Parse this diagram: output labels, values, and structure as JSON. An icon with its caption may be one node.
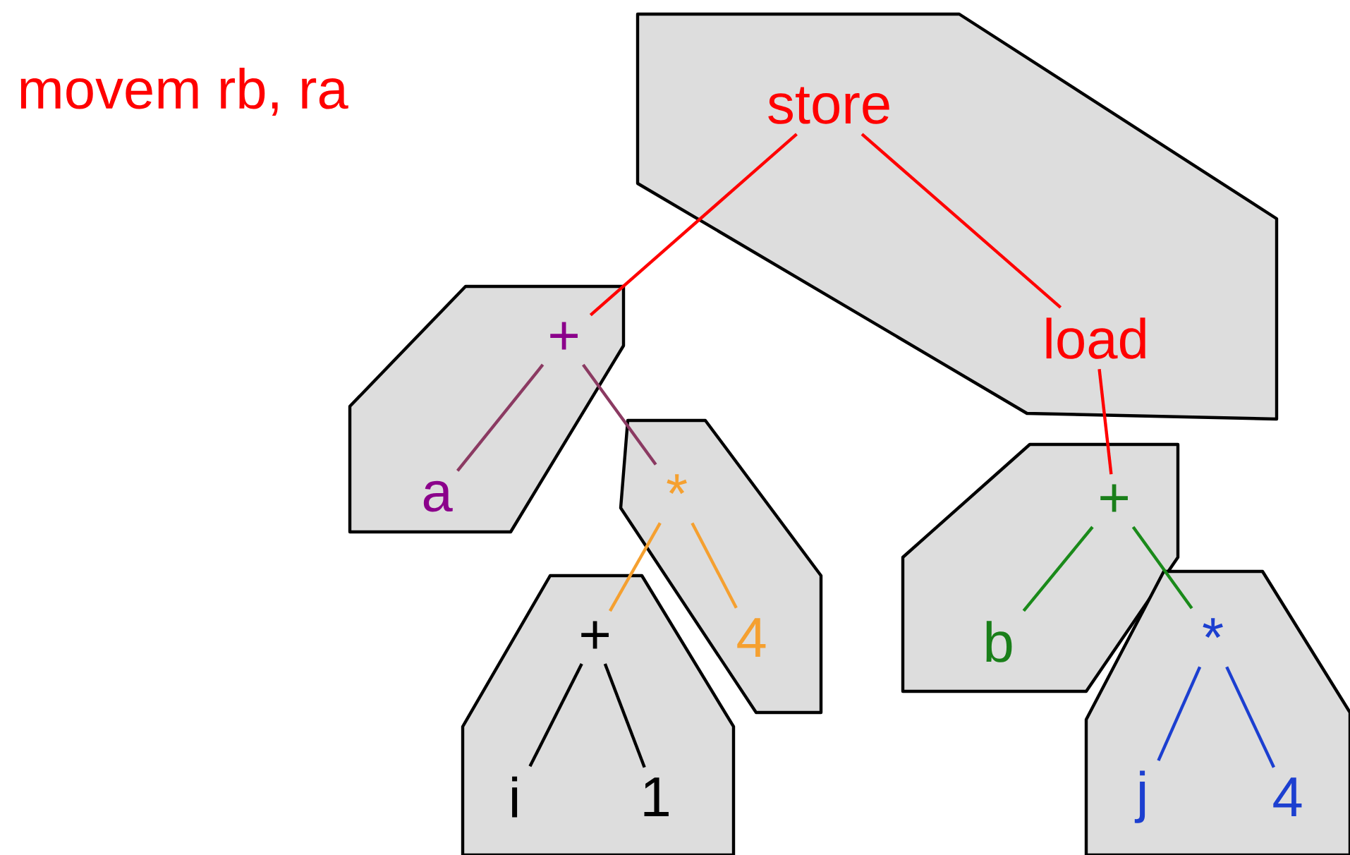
{
  "diagram": {
    "nodes": [
      {
        "text": [],
        "shape": "polygon"
      },
      {
        "text": [
          "store"
        ],
        "in": 0
      },
      {
        "text": [
          "load"
        ],
        "in": 0
      },
      {
        "text": [],
        "shape": "polygon"
      },
      {
        "text": [
          "+"
        ],
        "in": 3
      },
      {
        "text": [
          "a"
        ],
        "in": 3
      },
      {
        "text": [],
        "shape": "polygon"
      },
      {
        "text": [
          "*"
        ],
        "in": 6
      },
      {
        "text": [
          "4"
        ],
        "in": 6
      },
      {
        "text": [],
        "shape": "polygon"
      },
      {
        "text": [
          "+"
        ],
        "in": 9
      },
      {
        "text": [
          "i"
        ],
        "in": 9
      },
      {
        "text": [
          "1"
        ],
        "in": 9
      },
      {
        "text": [],
        "shape": "polygon"
      },
      {
        "text": [
          "+"
        ],
        "in": 13
      },
      {
        "text": [
          "b"
        ],
        "in": 13
      },
      {
        "text": [],
        "shape": "polygon"
      },
      {
        "text": [
          "*"
        ],
        "in": 16
      },
      {
        "text": [
          "j"
        ],
        "in": 16
      },
      {
        "text": [
          "4"
        ],
        "in": 16
      }
    ],
    "edges": [
      {
        "from": 1,
        "to": 4,
        "arrow": "none",
        "color": "#ff0000"
      },
      {
        "from": 1,
        "to": 2,
        "arrow": "none",
        "color": "#ff0000"
      },
      {
        "from": 2,
        "to": 14,
        "arrow": "none",
        "color": "#ff0000"
      },
      {
        "from": 4,
        "to": 5,
        "arrow": "none",
        "color": "#8b3a62"
      },
      {
        "from": 4,
        "to": 7,
        "arrow": "none",
        "color": "#8b3a62"
      },
      {
        "from": 7,
        "to": 10,
        "arrow": "none",
        "color": "#f5a030"
      },
      {
        "from": 7,
        "to": 8,
        "arrow": "none",
        "color": "#f5a030"
      },
      {
        "from": 10,
        "to": 11,
        "arrow": "none",
        "color": "#000000"
      },
      {
        "from": 10,
        "to": 12,
        "arrow": "none",
        "color": "#000000"
      },
      {
        "from": 14,
        "to": 15,
        "arrow": "none",
        "color": "#1a8a1a"
      },
      {
        "from": 14,
        "to": 17,
        "arrow": "none",
        "color": "#1a8a1a"
      },
      {
        "from": 17,
        "to": 18,
        "arrow": "none",
        "color": "#1c3fd0"
      },
      {
        "from": 17,
        "to": 19,
        "arrow": "none",
        "color": "#1c3fd0"
      }
    ],
    "labels": [
      "movem rb, ra"
    ]
  }
}
